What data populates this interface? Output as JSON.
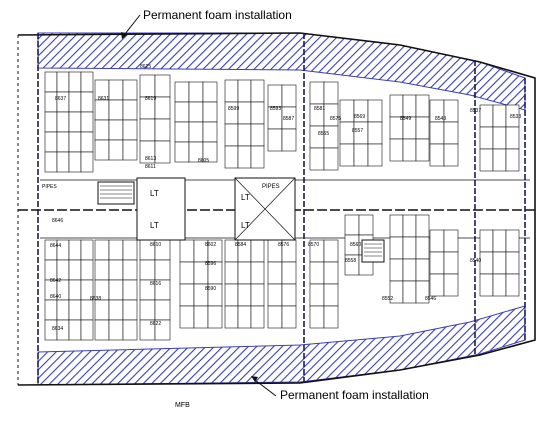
{
  "annotations": {
    "top": "Permanent foam installation",
    "bottom": "Permanent foam installation"
  },
  "deck_label": "MFB",
  "room_labels": {
    "lt": "LT",
    "pipes": "PIPES",
    "cabins_upper": [
      "8625",
      "8637",
      "8631",
      "8619",
      "8613",
      "8611",
      "8605",
      "8599",
      "8593",
      "8587",
      "8581",
      "8575",
      "8569",
      "8555",
      "8557",
      "8549",
      "8543",
      "8537",
      "8533"
    ],
    "cabins_lower": [
      "8646",
      "8644",
      "8642",
      "8640",
      "8638",
      "8634",
      "8610",
      "8616",
      "8622",
      "8602",
      "8596",
      "8590",
      "8584",
      "8576",
      "8570",
      "8560",
      "8558",
      "8552",
      "8546",
      "8540"
    ]
  },
  "colors": {
    "hatch": "#3a3fb5",
    "lines": "#111111"
  }
}
